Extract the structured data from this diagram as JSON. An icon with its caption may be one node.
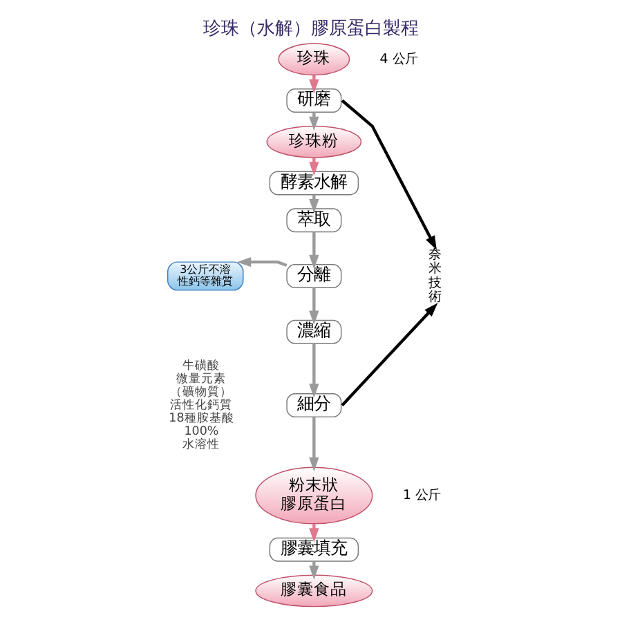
{
  "diagram": {
    "title": "珍珠（水解）膠原蛋白製程",
    "nodes": [
      {
        "text": [
          "珍珠"
        ],
        "beside": [
          "4 公斤"
        ]
      },
      {
        "text": [
          "研磨"
        ]
      },
      {
        "text": [
          "珍珠粉"
        ]
      },
      {
        "text": [
          "酵素水解"
        ]
      },
      {
        "text": [
          "萃取"
        ]
      },
      {
        "text": [
          "分離"
        ]
      },
      {
        "text": [
          "濃縮"
        ]
      },
      {
        "text": [
          "細分"
        ]
      },
      {
        "text": [
          "粉末狀膠原蛋白"
        ],
        "beside": [
          "1 公斤"
        ]
      },
      {
        "text": [
          "膠囊填充"
        ]
      },
      {
        "text": [
          "膠囊食品"
        ]
      },
      {
        "text": [
          "3公斤不溶性鈣等雜質"
        ]
      },
      {
        "text": [
          "奈米技術"
        ]
      }
    ],
    "edges": [
      {
        "from": 0,
        "to": 1,
        "arrow": "to",
        "color": "#e0788e"
      },
      {
        "from": 1,
        "to": 2,
        "arrow": "to"
      },
      {
        "from": 2,
        "to": 3,
        "arrow": "to",
        "color": "#e0788e"
      },
      {
        "from": 3,
        "to": 4,
        "arrow": "to"
      },
      {
        "from": 4,
        "to": 5,
        "arrow": "to"
      },
      {
        "from": 5,
        "to": 11,
        "arrow": "to"
      },
      {
        "from": 5,
        "to": 6,
        "arrow": "to"
      },
      {
        "from": 6,
        "to": 7,
        "arrow": "to"
      },
      {
        "from": 7,
        "to": 8,
        "arrow": "to"
      },
      {
        "from": 8,
        "to": 9,
        "arrow": "to",
        "color": "#e0788e"
      },
      {
        "from": 9,
        "to": 10,
        "arrow": "to"
      },
      {
        "from": 1,
        "to": 12,
        "arrow": "to",
        "color": "#000000"
      },
      {
        "from": 7,
        "to": 12,
        "arrow": "to",
        "color": "#000000"
      }
    ],
    "labels": [
      "牛磺酸",
      "微量元素",
      "（礦物質）",
      "活性化鈣質",
      "18種胺基酸",
      "100%",
      "水溶性"
    ]
  }
}
